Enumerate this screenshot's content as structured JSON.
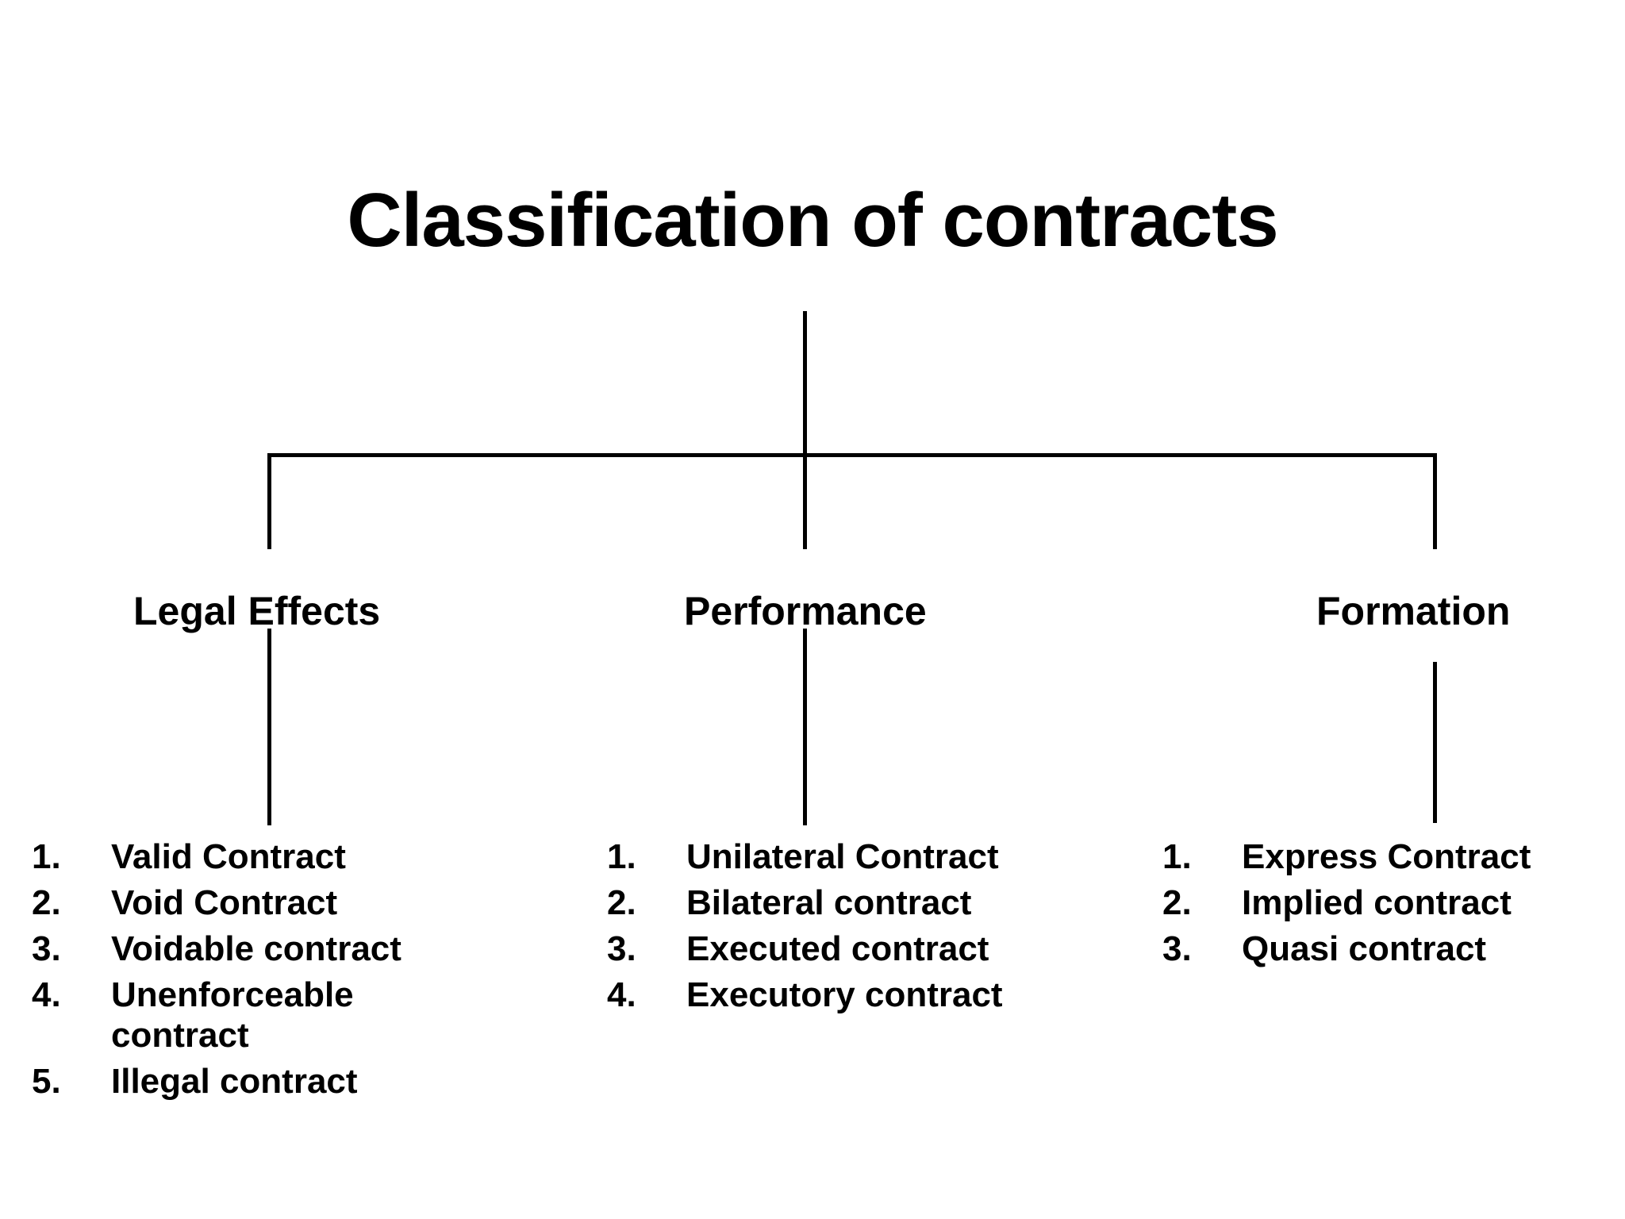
{
  "diagram": {
    "title": "Classification of contracts",
    "branches": [
      {
        "label": "Legal Effects",
        "items": [
          {
            "num": "1.",
            "text": "Valid Contract"
          },
          {
            "num": "2.",
            "text": "Void Contract"
          },
          {
            "num": "3.",
            "text": "Voidable contract"
          },
          {
            "num": "4.",
            "text": "Unenforceable contract"
          },
          {
            "num": "5.",
            "text": "Illegal contract"
          }
        ]
      },
      {
        "label": "Performance",
        "items": [
          {
            "num": "1.",
            "text": "Unilateral Contract"
          },
          {
            "num": "2.",
            "text": "Bilateral contract"
          },
          {
            "num": "3.",
            "text": "Executed contract"
          },
          {
            "num": "4.",
            "text": "Executory contract"
          }
        ]
      },
      {
        "label": "Formation",
        "items": [
          {
            "num": "1.",
            "text": "Express Contract"
          },
          {
            "num": "2.",
            "text": "Implied contract"
          },
          {
            "num": "3.",
            "text": "Quasi contract"
          }
        ]
      }
    ],
    "colors": {
      "background": "#ffffff",
      "text": "#000000",
      "line": "#000000"
    }
  }
}
